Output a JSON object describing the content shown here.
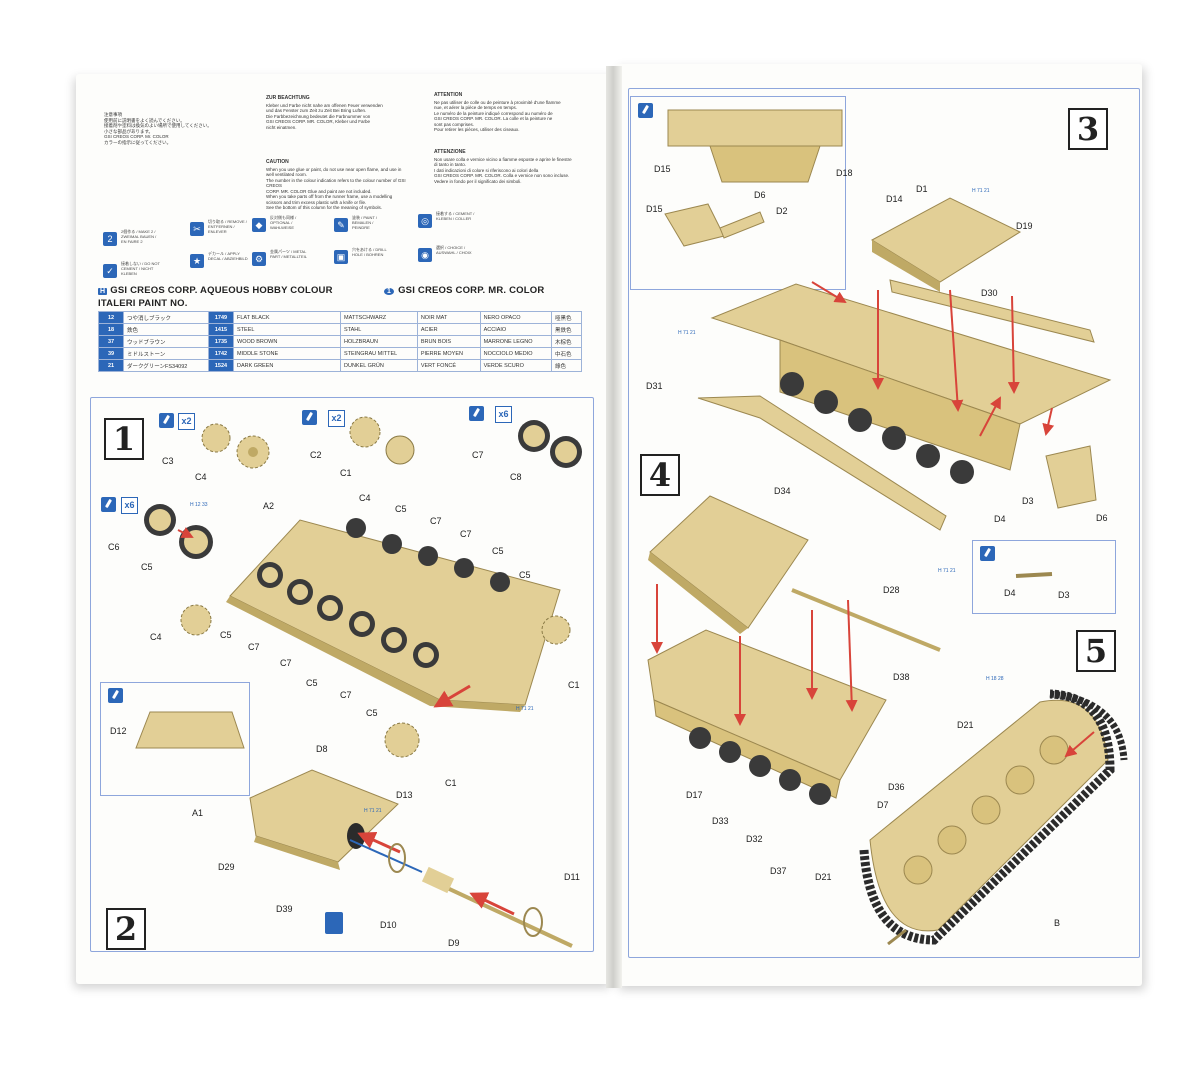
{
  "left_page": {
    "header_col1": [
      "注意事項",
      "使用前に説明書をよく読んでください。",
      "接着剤や塗料は換気のよい場所で使用してください。",
      "小さな部品があります。",
      "GSI CREOS CORP. Mr. COLOR",
      "カラーの指示に従ってください。"
    ],
    "header_zur": {
      "title": "ZUR BEACHTUNG",
      "lines": [
        "Kleber und Farbe nicht nahe am offenen Feuer verwenden",
        "und das Fenster zum Zeit zu Zeit Bei Bring Luften.",
        "Die Farbbezeichnung bedeutet die Farbnummer von",
        "GSI CREOS CORP. MR. COLOR, Kleber und Farbe",
        "nicht einatmen."
      ]
    },
    "header_caution": {
      "title": "CAUTION",
      "lines": [
        "When you use glue or paint, do not use near open flame, and use in",
        "well ventilated room.",
        "The number in the colour indication refers to the colour number of GSI CREOS",
        "CORP. MR. COLOR Glue and paint are not included.",
        "When you take parts off from the runner frame, use a modelling",
        "scissors and trim excess plastic with a knife or file.",
        "See the bottom of this column for the meaning of symbols."
      ]
    },
    "header_attention": {
      "title": "ATTENTION",
      "lines": [
        "Ne pas utiliser de colle ou de peinture à proximité d'une flamme",
        "nue, et aérer la pièce de temps en temps.",
        "Le numéro de la peinture indiqué correspond au numéro de",
        "GSI CREOS CORP. MR. COLOR. La colle et la peinture ne",
        "sont pas comprises.",
        "Pour retirer les pièces, utiliser des ciseaux."
      ]
    },
    "header_attenzione": {
      "title": "ATTENZIONE",
      "lines": [
        "Non usare colla e vernice vicino a fiamme esposte e aprire le finestre",
        "di tanto in tanto.",
        "I dati indicazioni di colore si riferiscono ai colori della",
        "GSI CREOS CORP. MR. COLOR. Colla e vernice non sono incluse.",
        "Vedere in fondo per il significato dei simboli."
      ]
    },
    "symbols": [
      {
        "code": "2",
        "label": "2個作る / MAKE 2 / ZWEIMAL BAUEN / EN FAIRE 2"
      },
      {
        "code": "✓",
        "label": "接着しない / DO NOT CEMENT / NICHT KLEBEN"
      },
      {
        "code": "✂",
        "label": "切り取る / REMOVE / ENTFERNEN / ENLEVER"
      },
      {
        "code": "★",
        "label": "デカール / APPLY DECAL / ABZIEHBILD"
      },
      {
        "code": "◆",
        "label": "反対側も同様 / OPTIONAL / WAHLWEISE"
      },
      {
        "code": "⚙",
        "label": "金属パーツ / METAL PART / METALLTEIL"
      },
      {
        "code": "✎",
        "label": "塗装 / PAINT / BEMALEN / PEINDRE"
      },
      {
        "code": "▣",
        "label": "穴をあける / DRILL HOLE / BOHREN"
      },
      {
        "code": "◎",
        "label": "接着する / CEMENT / KLEBEN / COLLER"
      },
      {
        "code": "◉",
        "label": "選択 / CHOICE / AUSWAHL / CHOIX"
      }
    ],
    "colour_titles": {
      "aqueous_badge": "H",
      "aqueous": "GSI CREOS CORP. AQUEOUS HOBBY COLOUR",
      "mr_badge": "1",
      "mr": "GSI CREOS CORP. MR. COLOR",
      "italeri": "ITALERI PAINT NO."
    },
    "paint_rows": [
      {
        "h": "12",
        "jp": "つや消しブラック",
        "no": "1749",
        "en": "FLAT BLACK",
        "de": "MATTSCHWARZ",
        "fr": "NOIR MAT",
        "it": "NERO OPACO",
        "cn": "哑黑色"
      },
      {
        "h": "18",
        "jp": "鉄色",
        "no": "1415",
        "en": "STEEL",
        "de": "STAHL",
        "fr": "ACIER",
        "it": "ACCIAIO",
        "cn": "黑鉄色"
      },
      {
        "h": "37",
        "jp": "ウッドブラウン",
        "no": "1735",
        "en": "WOOD BROWN",
        "de": "HOLZBRAUN",
        "fr": "BRUN BOIS",
        "it": "MARRONE LEGNO",
        "cn": "木棕色"
      },
      {
        "h": "39",
        "jp": "ミドルストーン",
        "no": "1742",
        "en": "MIDDLE STONE",
        "de": "STEINGRAU MITTEL",
        "fr": "PIERRE MOYEN",
        "it": "NOCCIOLO MEDIO",
        "cn": "中石色"
      },
      {
        "h": "21",
        "jp": "ダークグリーンFS34092",
        "no": "1524",
        "en": "DARK GREEN",
        "de": "DUNKEL GRÜN",
        "fr": "VERT FONCÉ",
        "it": "VERDE SCURO",
        "cn": "綠色"
      }
    ],
    "step1": {
      "number": "1",
      "groups": [
        {
          "mult": "x2"
        },
        {
          "mult": "x2"
        },
        {
          "mult": "x6"
        },
        {
          "mult": "x6"
        }
      ],
      "labels": [
        "C3",
        "C4",
        "C2",
        "C1",
        "C7",
        "C8",
        "C6",
        "C5",
        "A2",
        "C4",
        "C5",
        "C7",
        "C7",
        "C5",
        "C5",
        "C4",
        "C5",
        "C7",
        "C7",
        "C5",
        "C7",
        "C5",
        "C1",
        "C1"
      ],
      "refs": [
        "H 12 33",
        "H 71 21"
      ]
    },
    "step2": {
      "number": "2",
      "labels": [
        "D12",
        "D8",
        "D13",
        "A1",
        "D29",
        "D39",
        "D10",
        "D9",
        "D11"
      ],
      "refs": [
        "H 71 21"
      ]
    }
  },
  "right_page": {
    "step3": {
      "number": "3",
      "labels": [
        "D15",
        "D18",
        "D6",
        "D15",
        "D2",
        "D1",
        "D14",
        "D19",
        "D30",
        "D31",
        "D34",
        "D4",
        "D3",
        "D6"
      ],
      "refs": [
        "H 71 21",
        "H 71 21"
      ]
    },
    "step4": {
      "number": "4",
      "labels": [
        "D28",
        "D4",
        "D3"
      ],
      "refs": [
        "H 71 21"
      ]
    },
    "step5": {
      "number": "5",
      "labels": [
        "D38",
        "D21",
        "D17",
        "D33",
        "D32",
        "D36",
        "D7",
        "D37",
        "D21",
        "B"
      ],
      "refs": [
        "H 18 28"
      ]
    }
  },
  "colors": {
    "frame": "#8ea6dc",
    "symbol_blue": "#2c67b8",
    "part_sand": "#e2cf96",
    "part_shade": "#bfa965",
    "arrow_red": "#d8443a",
    "track": "#2b2b2b"
  }
}
